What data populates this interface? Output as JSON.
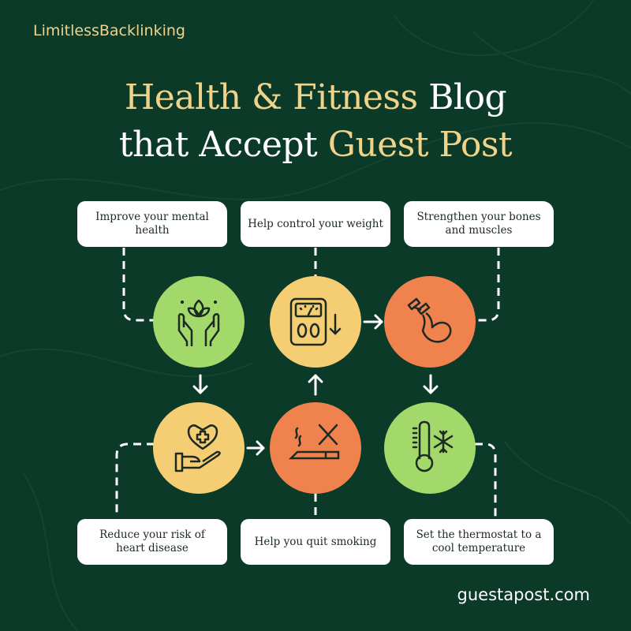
{
  "brand": "LimitlessBacklinking",
  "title": {
    "line1_gold": "Health & Fitness",
    "line1_white": "Blog",
    "line2_white": "that Accept",
    "line2_gold": "Guest Post"
  },
  "steps": [
    {
      "label": "Improve your mental health",
      "icon": "hands-lotus-icon",
      "color": "#a3d86b"
    },
    {
      "label": "Help control your weight",
      "icon": "weight-scale-icon",
      "color": "#f5cd72"
    },
    {
      "label": "Strengthen your bones and muscles",
      "icon": "flexed-arm-dumbbell-icon",
      "color": "#f0824e"
    },
    {
      "label": "Reduce your risk of heart disease",
      "icon": "hand-heart-icon",
      "color": "#f5cd72"
    },
    {
      "label": "Help you quit smoking",
      "icon": "no-smoking-icon",
      "color": "#f0824e"
    },
    {
      "label": "Set the thermostat to a cool temperature",
      "icon": "thermometer-snowflake-icon",
      "color": "#a3d86b"
    }
  ],
  "footer": "guestapost.com"
}
